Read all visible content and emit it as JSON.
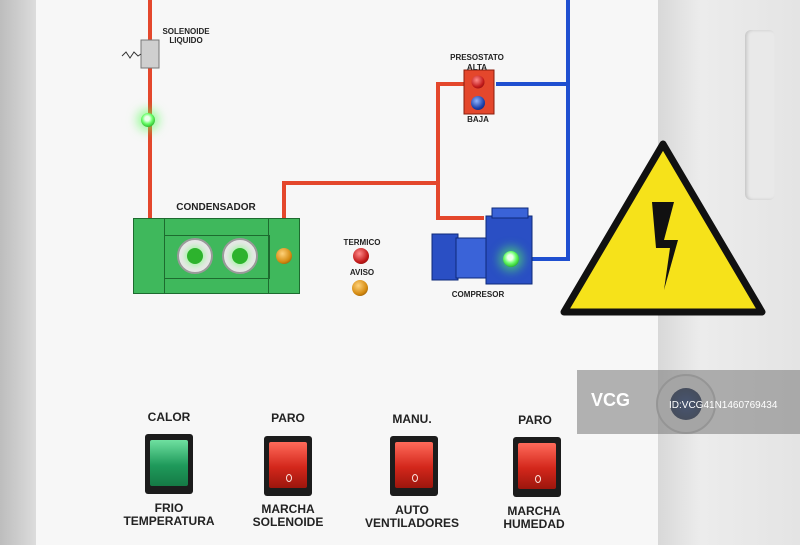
{
  "labels": {
    "solenoide_line1": "SOLENOIDE",
    "solenoide_line2": "LIQUIDO",
    "presostato": "PRESOSTATO",
    "alta": "ALTA",
    "baja": "BAJA",
    "condensador": "CONDENSADOR",
    "termico": "TERMICO",
    "aviso": "AVISO",
    "compresor": "COMPRESOR"
  },
  "switches": [
    {
      "top": "CALOR",
      "bottom1": "FRIO",
      "bottom2": "TEMPERATURA",
      "color": "green"
    },
    {
      "top": "PARO",
      "bottom1": "MARCHA",
      "bottom2": "SOLENOIDE",
      "color": "red"
    },
    {
      "top": "MANU.",
      "bottom1": "AUTO",
      "bottom2": "VENTILADORES",
      "color": "red"
    },
    {
      "top": "PARO",
      "bottom1": "MARCHA",
      "bottom2": "HUMEDAD",
      "color": "red"
    }
  ],
  "watermark": {
    "logo": "VCG",
    "id": "ID:VCG41N1460769434"
  },
  "colors": {
    "pipe_red": "#e4472c",
    "pipe_blue": "#1f4fd0",
    "warning_yellow": "#f6e21a",
    "condenser_green": "#3fb85c",
    "compressor_blue": "#2a4fc4"
  }
}
